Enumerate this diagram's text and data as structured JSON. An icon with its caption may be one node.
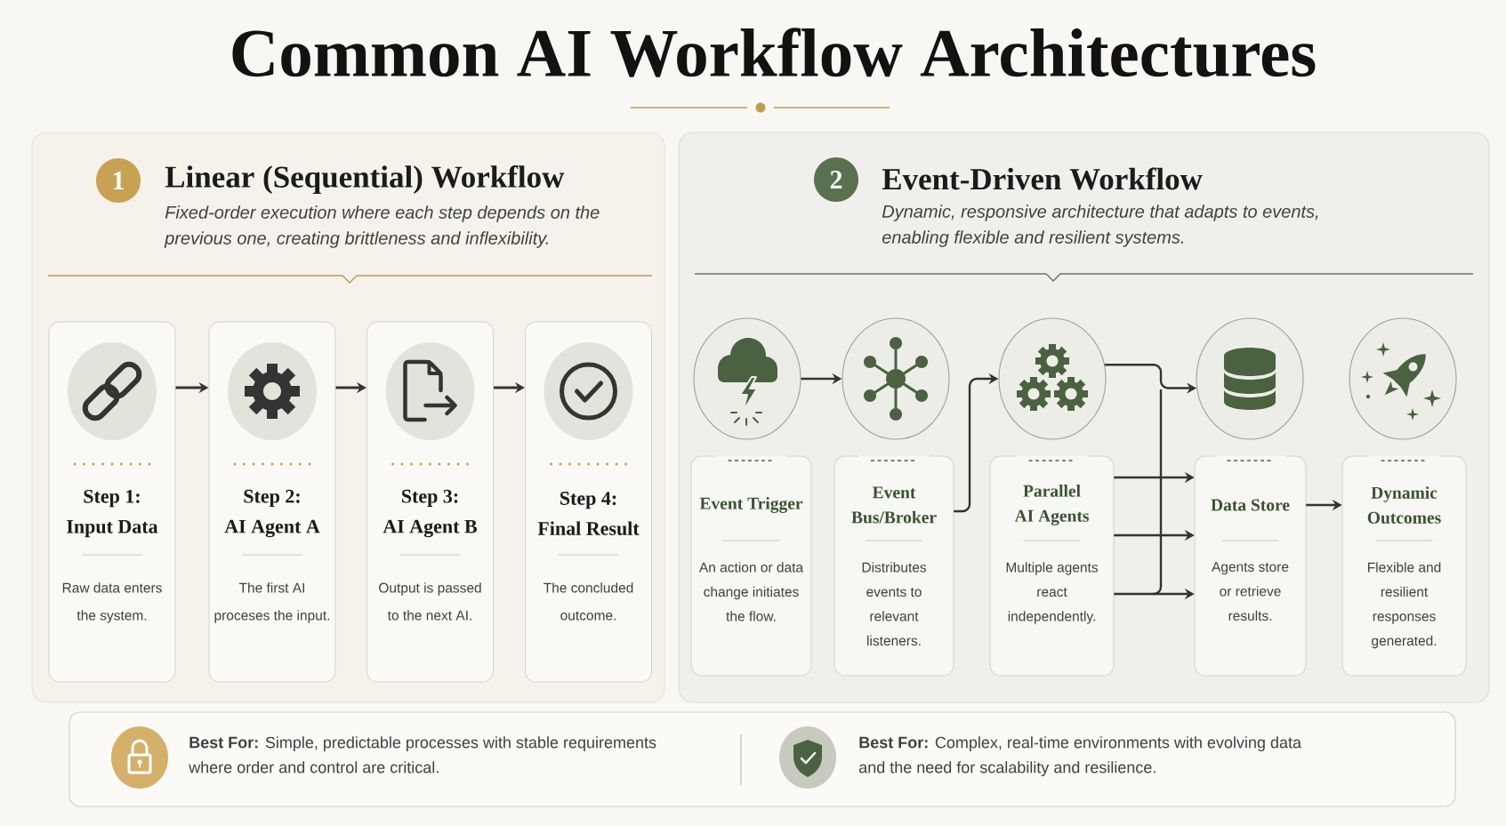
{
  "diagram": {
    "title": "Common AI Workflow Architectures",
    "nodes": [
      {
        "text": [
          "Linear (Sequential) Workflow",
          "Fixed-order execution where each step depends on the previous one, creating brittleness and inflexibility."
        ]
      },
      {
        "text": [
          "1"
        ],
        "in": 0
      },
      {
        "text": [
          "Step 1: Input Data",
          "Raw data enters the system."
        ],
        "in": 0
      },
      {
        "text": [
          "Step 2: AI Agent A",
          "The first AI proceses the input."
        ],
        "in": 0
      },
      {
        "text": [
          "Step 3: AI Agent B",
          "Output is passed to the next AI."
        ],
        "in": 0
      },
      {
        "text": [
          "Step 4: Final Result",
          "The concluded outcome."
        ],
        "in": 0
      },
      {
        "text": [
          "Event-Driven Workflow",
          "Dynamic, responsive architecture that adapts to events, enabling flexible and resilient systems."
        ]
      },
      {
        "text": [
          "2"
        ],
        "in": 6
      },
      {
        "text": [],
        "shape": "circle",
        "in": 6
      },
      {
        "text": [],
        "shape": "circle",
        "in": 6
      },
      {
        "text": [],
        "shape": "circle",
        "in": 6
      },
      {
        "text": [],
        "shape": "circle",
        "in": 6
      },
      {
        "text": [],
        "shape": "circle",
        "in": 6
      },
      {
        "text": [
          "Event Trigger",
          "An action or data change initiates the flow."
        ],
        "in": 6
      },
      {
        "text": [
          "Event Bus/Broker",
          "Distributes events to relevant listeners."
        ],
        "in": 6
      },
      {
        "text": [
          "Parallel AI Agents",
          "Multiple agents react independently."
        ],
        "in": 6
      },
      {
        "text": [
          "Data Store",
          "Agents store or retrieve results."
        ],
        "in": 6
      },
      {
        "text": [
          "Dynamic Outcomes",
          "Flexible and resilient responses generated."
        ],
        "in": 6
      },
      {
        "text": [
          "**Best For:** Simple, predictable processes with stable requirements where order and control are critical.",
          "**Best For:** Complex, real-time environments with evolving data and the need for scalability and resilience."
        ]
      }
    ],
    "edges": [
      {
        "from": 2,
        "to": 3,
        "arrow": "to"
      },
      {
        "from": 3,
        "to": 4,
        "arrow": "to"
      },
      {
        "from": 4,
        "to": 5,
        "arrow": "to"
      },
      {
        "from": 8,
        "to": 9,
        "arrow": "to"
      },
      {
        "from": 14,
        "to": 10,
        "arrow": "to"
      },
      {
        "from": 10,
        "to": 11,
        "arrow": "to"
      },
      {
        "from": 15,
        "to": 16,
        "arrow": "to"
      },
      {
        "from": 15,
        "to": 16,
        "arrow": "to"
      },
      {
        "from": 15,
        "to": 16,
        "arrow": "to"
      },
      {
        "from": 16,
        "to": 17,
        "arrow": "to"
      }
    ]
  }
}
